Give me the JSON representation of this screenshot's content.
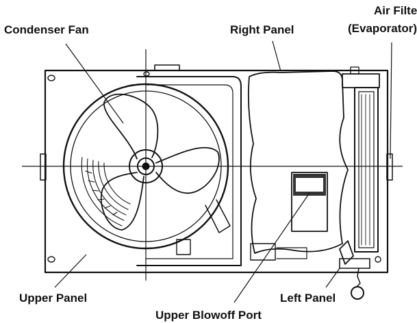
{
  "labels": {
    "condenser_fan": "Condenser Fan",
    "right_panel": "Right Panel",
    "air_filter_line1": "Air Filter",
    "air_filter_line2": "(Evaporator)",
    "upper_panel": "Upper Panel",
    "left_panel": "Left Panel",
    "upper_blowoff_port": "Upper Blowoff Port"
  },
  "colors": {
    "ink": "#111111",
    "background": "#ffffff"
  }
}
